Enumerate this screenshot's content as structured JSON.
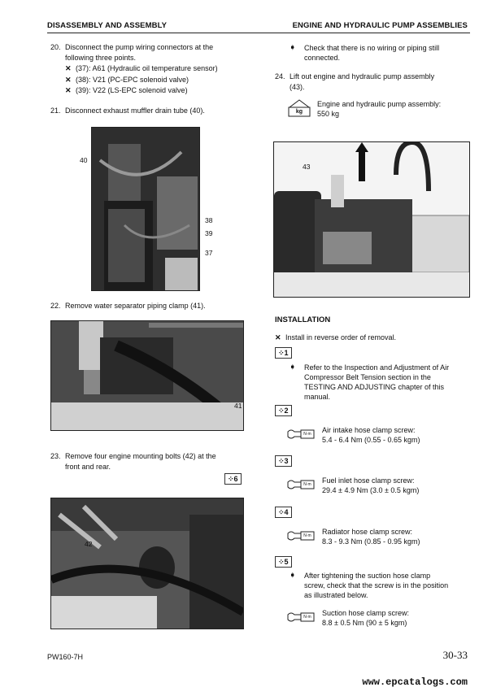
{
  "header": {
    "left": "DISASSEMBLY AND ASSEMBLY",
    "right": "ENGINE AND HYDRAULIC PUMP ASSEMBLIES"
  },
  "left": {
    "step20": {
      "num": "20.",
      "line1": "Disconnect the pump wiring connectors at the",
      "line2": "following three points."
    },
    "step20_items": [
      "(37): A61 (Hydraulic oil temperature sensor)",
      "(38): V21 (PC-EPC solenoid valve)",
      "(39): V22 (LS-EPC solenoid valve)"
    ],
    "step21": {
      "num": "21.",
      "text": "Disconnect exhaust muffler drain tube (40)."
    },
    "photo1_callouts": [
      "40",
      "38",
      "39",
      "37"
    ],
    "step22": {
      "num": "22.",
      "text": "Remove water separator piping clamp (41)."
    },
    "photo2_callouts": [
      "41"
    ],
    "step23": {
      "num": "23.",
      "line1": "Remove four engine mounting bolts (42) at the",
      "line2": "front and rear."
    },
    "step23_mark": "6",
    "photo3_callouts": [
      "42"
    ]
  },
  "right": {
    "check": {
      "line1": "Check that there is no wiring or piping still",
      "line2": "connected."
    },
    "step24": {
      "num": "24.",
      "line1": "Lift out engine and hydraulic pump assembly",
      "line2": "(43)."
    },
    "weight_icon": "kg",
    "weight": {
      "line1": "Engine and hydraulic pump assembly:",
      "line2": "550 kg"
    },
    "photo4_callouts": [
      "43"
    ],
    "installation_title": "INSTALLATION",
    "install_line": "Install in reverse order of removal.",
    "marks": {
      "m1": "1",
      "m1_text": [
        "Refer to the Inspection and Adjustment of Air",
        "Compressor Belt Tension section in the",
        "TESTING AND ADJUSTING chapter of this",
        "manual."
      ],
      "m2": "2",
      "m2_spec": [
        "Air intake hose clamp screw:",
        "5.4 - 6.4 Nm (0.55 - 0.65 kgm)"
      ],
      "m3": "3",
      "m3_spec": [
        "Fuel inlet hose clamp screw:",
        "29.4 ± 4.9 Nm (3.0 ± 0.5 kgm)"
      ],
      "m4": "4",
      "m4_spec": [
        "Radiator hose clamp screw:",
        "8.3 - 9.3 Nm (0.85 - 0.95 kgm)"
      ],
      "m5": "5",
      "m5_text": [
        "After tightening the suction hose clamp",
        "screw, check that the screw is in the position",
        "as illustrated below."
      ],
      "m5_spec": [
        "Suction hose clamp screw:",
        "8.8 ± 0.5 Nm (90 ± 5 kgm)"
      ]
    },
    "torque_icon": "N·m"
  },
  "footer": {
    "model": "PW160-7H",
    "page": "30-33",
    "url": "www.epcatalogs.com"
  }
}
